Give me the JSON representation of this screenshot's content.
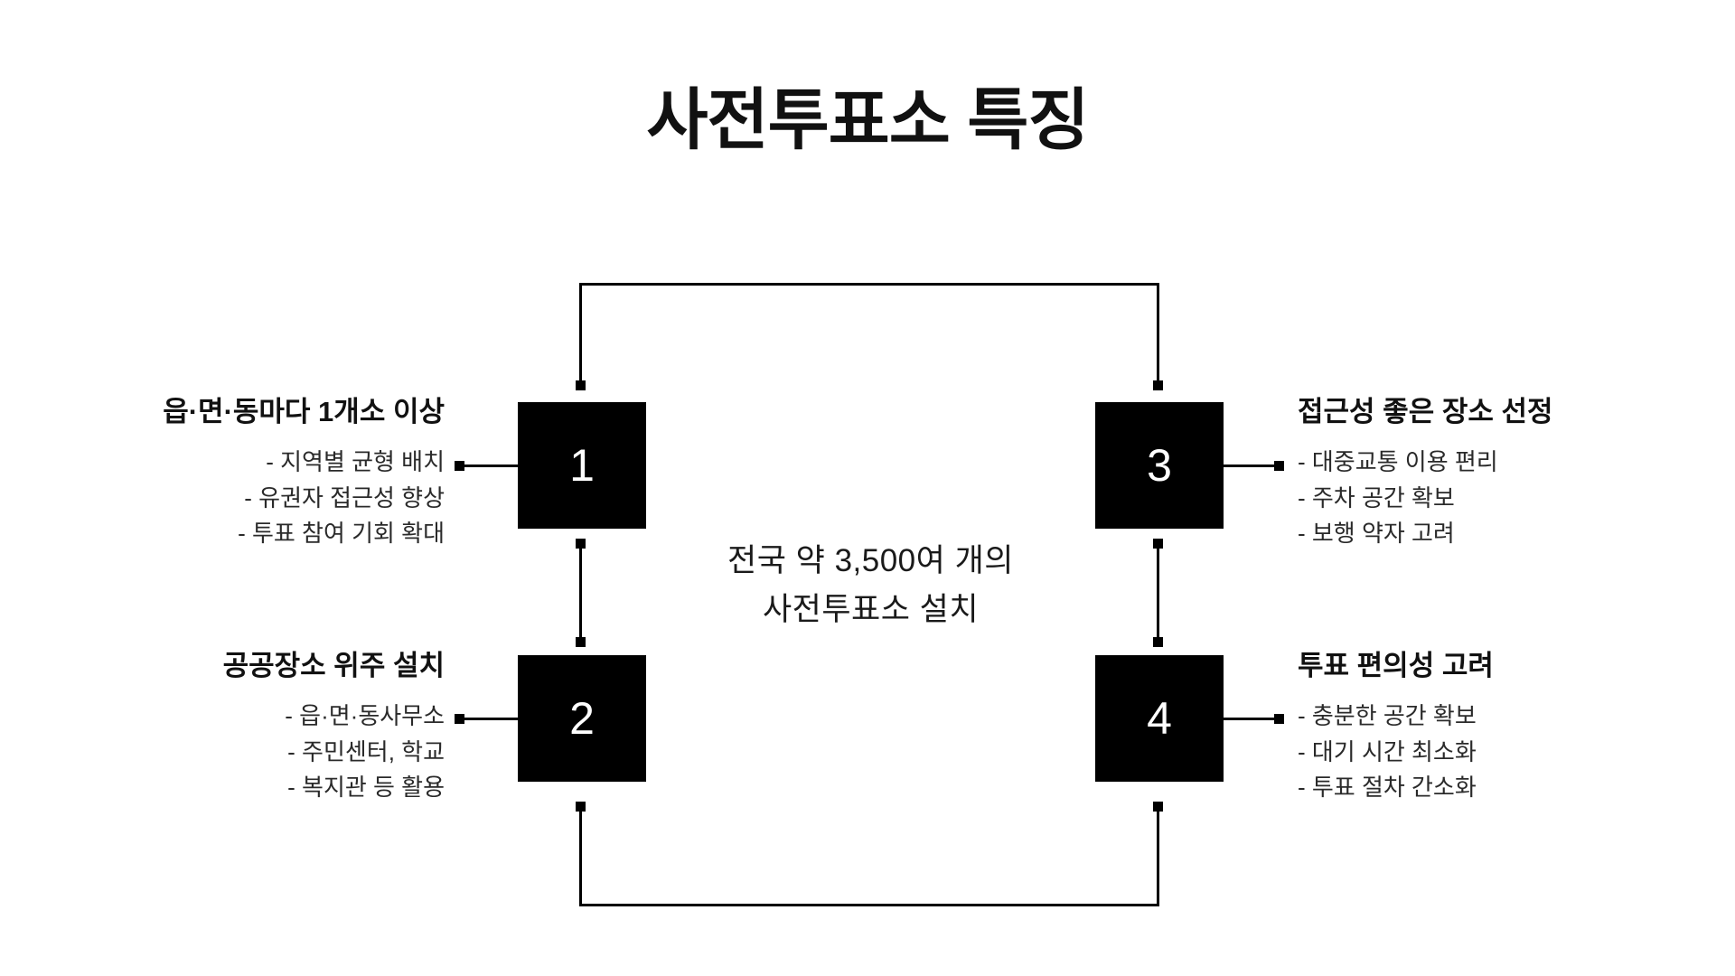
{
  "title": "사전투표소 특징",
  "center_caption": {
    "line1": "전국 약 3,500여 개의",
    "line2": "사전투표소 설치"
  },
  "colors": {
    "box_fill": "#000000",
    "box_text": "#ffffff",
    "connector": "#000000",
    "heading_text": "#111111",
    "body_text": "#2a2a2a",
    "background": "#ffffff"
  },
  "nodes": [
    {
      "number": "1",
      "side": "left",
      "heading": "읍·면·동마다 1개소 이상",
      "items": [
        "- 지역별 균형 배치",
        "- 유권자 접근성 향상",
        "- 투표 참여 기회 확대"
      ]
    },
    {
      "number": "2",
      "side": "left",
      "heading": "공공장소 위주 설치",
      "items": [
        "- 읍·면·동사무소",
        "- 주민센터, 학교",
        "- 복지관 등 활용"
      ]
    },
    {
      "number": "3",
      "side": "right",
      "heading": "접근성 좋은 장소 선정",
      "items": [
        "- 대중교통 이용 편리",
        "- 주차 공간 확보",
        "- 보행 약자 고려"
      ]
    },
    {
      "number": "4",
      "side": "right",
      "heading": "투표 편의성 고려",
      "items": [
        "- 충분한 공간 확보",
        "- 대기 시간 최소화",
        "- 투표 절차 간소화"
      ]
    }
  ]
}
